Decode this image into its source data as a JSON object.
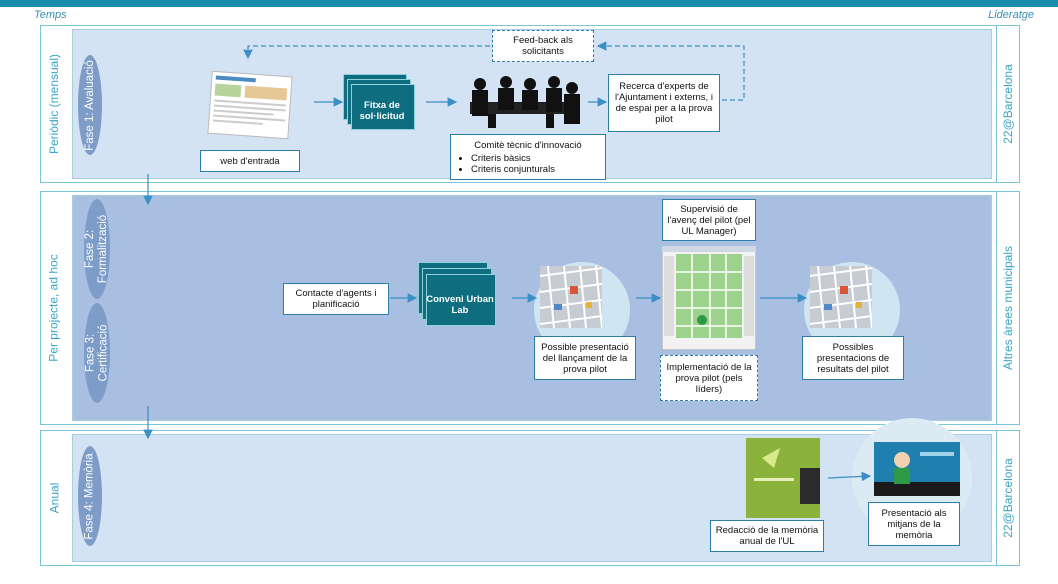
{
  "header": {
    "left": "Temps",
    "right": "Lideratge"
  },
  "lanes": {
    "periodic": {
      "time": "Periòdic (mensual)",
      "phase": "Fase 1: Avaluació",
      "leader": "22@Barcelona"
    },
    "project": {
      "time": "Per projecte, ad hoc",
      "phase2": "Fase 2:\nFormalització",
      "phase3": "Fase 3:\nCertificació",
      "leader": "Altres àrees municipals"
    },
    "annual": {
      "time": "Anual",
      "phase": "Fase 4: Memòria",
      "leader": "22@Barcelona"
    }
  },
  "nodes": {
    "feedback": "Feed-back als solicitants",
    "web": "web d'entrada",
    "fitxa": "Fitxa de sol·licitud",
    "comite_title": "Comitè tècnic d'innovació",
    "comite_b1": "Criteris bàsics",
    "comite_b2": "Criteris conjunturals",
    "recerca": "Recerca d'experts de l'Ajuntament i externs, i de espai per a la prova pilot",
    "contacte": "Contacte d'agents i planificació",
    "conveni": "Conveni Urban Lab",
    "supervisio": "Supervisió de l'avenç del pilot (pel UL Manager)",
    "possible_llancament": "Possible presentació del llançament de la prova pilot",
    "implementacio": "Implementació de la prova pilot (pels líders)",
    "possibles_resultats": "Possibles presentacions de resultats del pilot",
    "redaccio": "Redacció de la memòria anual de l'UL",
    "presentacio_mitjans": "Presentació als mitjans de la memòria"
  },
  "colors": {
    "accent": "#1b8cab",
    "lane1": "#d4e3f3",
    "lane2": "#a9bfe1",
    "lane3": "#d4e3f3",
    "phase": "#7d9cc8",
    "doc": "#0f6d80"
  }
}
